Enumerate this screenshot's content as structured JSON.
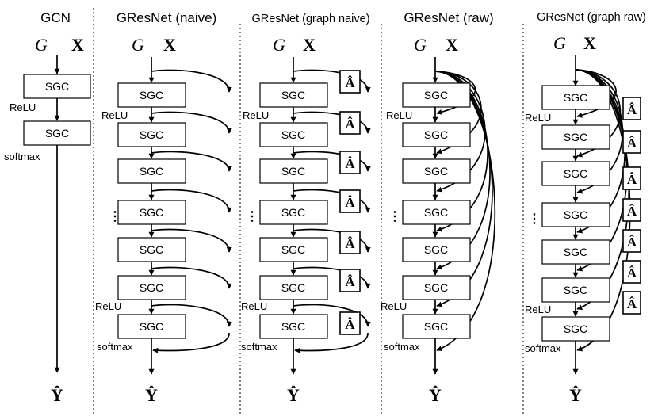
{
  "panels": [
    {
      "title": "GCN",
      "input_g": "G",
      "input_x": "X",
      "output": "Ŷ",
      "layers": [
        "SGC",
        "SGC"
      ],
      "relu_label": "ReLU",
      "softmax_label": "softmax"
    },
    {
      "title": "GResNet (naive)",
      "input_g": "G",
      "input_x": "X",
      "output": "Ŷ",
      "layers": [
        "SGC",
        "SGC",
        "SGC",
        "SGC",
        "SGC",
        "SGC",
        "SGC"
      ],
      "relu_label": "ReLU",
      "softmax_label": "softmax",
      "ellipsis": "⋮"
    },
    {
      "title": "GResNet (graph naive)",
      "input_g": "G",
      "input_x": "X",
      "output": "Ŷ",
      "layers": [
        "SGC",
        "SGC",
        "SGC",
        "SGC",
        "SGC",
        "SGC",
        "SGC"
      ],
      "relu_label": "ReLU",
      "softmax_label": "softmax",
      "ellipsis": "⋮",
      "adjacency": "Â"
    },
    {
      "title": "GResNet (raw)",
      "input_g": "G",
      "input_x": "X",
      "output": "Ŷ",
      "layers": [
        "SGC",
        "SGC",
        "SGC",
        "SGC",
        "SGC",
        "SGC",
        "SGC"
      ],
      "relu_label": "ReLU",
      "softmax_label": "softmax",
      "ellipsis": "⋮"
    },
    {
      "title": "GResNet (graph raw)",
      "input_g": "G",
      "input_x": "X",
      "output": "Ŷ",
      "layers": [
        "SGC",
        "SGC",
        "SGC",
        "SGC",
        "SGC",
        "SGC",
        "SGC"
      ],
      "relu_label": "ReLU",
      "softmax_label": "softmax",
      "ellipsis": "⋮",
      "adjacency": "Â"
    }
  ]
}
